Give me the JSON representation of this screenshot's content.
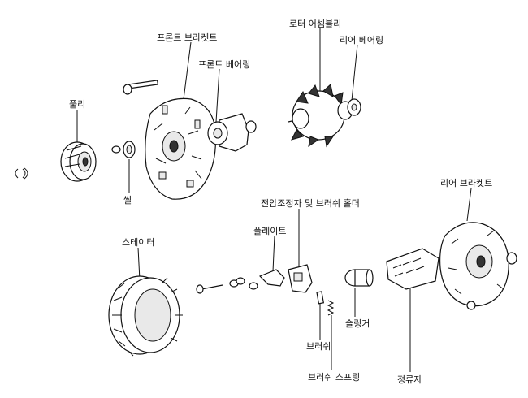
{
  "labels": {
    "rotor_assembly": "로터 어셈블리",
    "front_bracket": "프론트 브라켓트",
    "rear_bearing": "리어 베어링",
    "front_bearing": "프론트 베어링",
    "pulley": "풀리",
    "seal": "씰",
    "rear_bracket": "리어 브라켓트",
    "regulator_brush_holder": "전압조정자 및 브러쉬 홀더",
    "plate": "플레이트",
    "stator": "스테이터",
    "slinger": "슬링거",
    "brush": "브러쉬",
    "brush_spring": "브러쉬 스프링",
    "rectifier": "정류자"
  }
}
